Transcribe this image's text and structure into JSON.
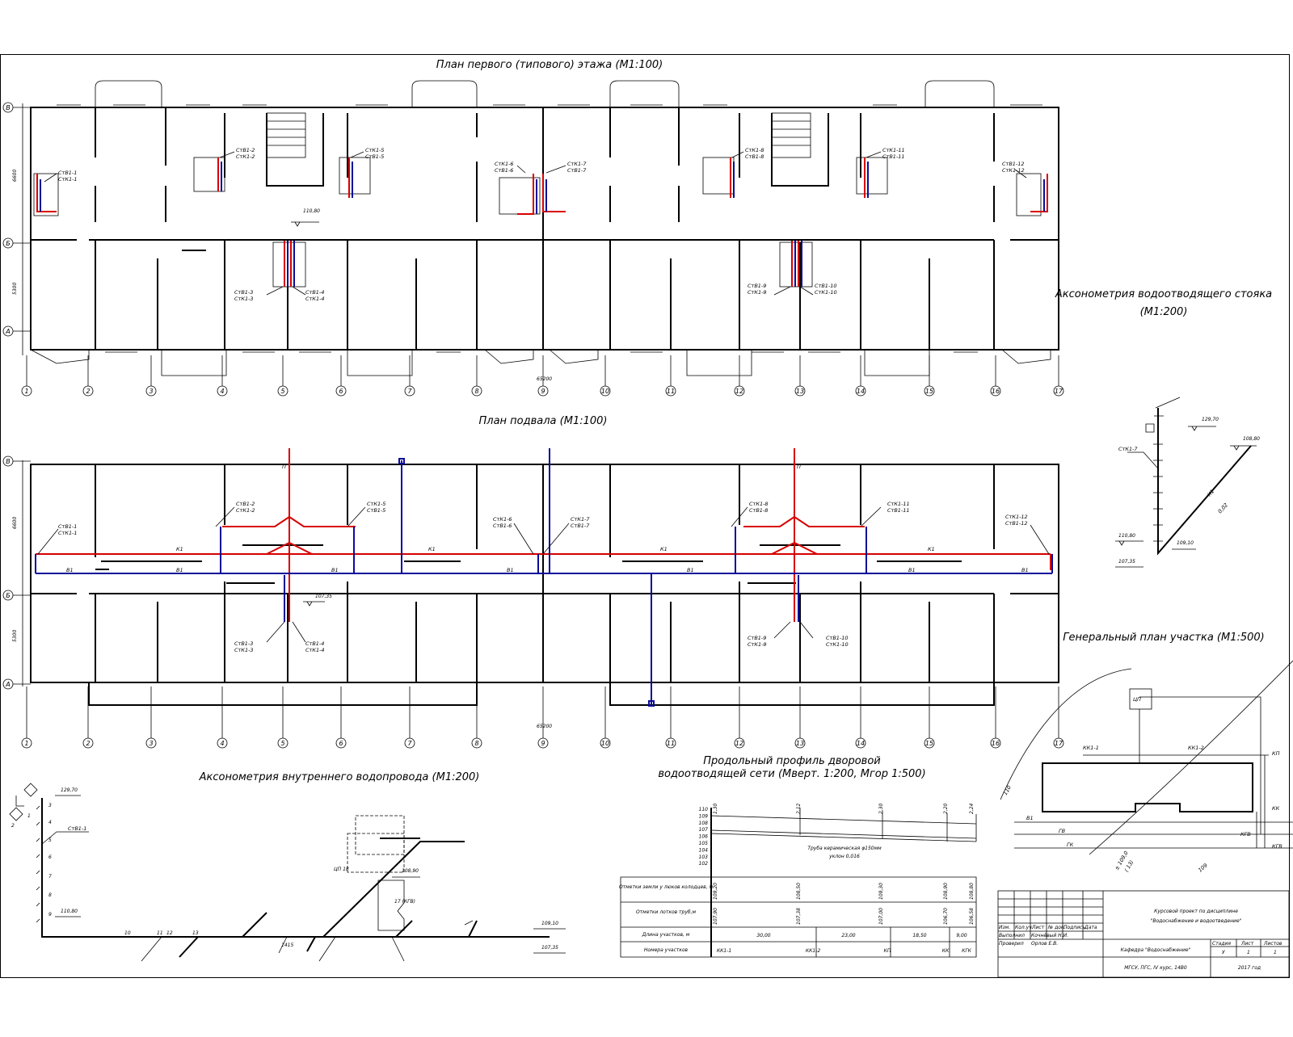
{
  "titles": {
    "floor_plan": "План первого (типового) этажа (М1:100)",
    "basement_plan": "План подвала (М1:100)",
    "axonometry_riser_1": "Аксонометрия водоотводящего стояка",
    "axonometry_riser_2": "(М1:200)",
    "site_plan": "Генеральный план участка (М1:500)",
    "axonometry_water": "Аксонометрия внутреннего водопровода (М1:200)",
    "profile_1": "Продольный профиль дворовой",
    "profile_2": "водоотводящей сети (Мверт. 1:200, Мгор 1:500)"
  },
  "axis_numbers": [
    "1",
    "2",
    "3",
    "4",
    "5",
    "6",
    "7",
    "8",
    "9",
    "10",
    "11",
    "12",
    "13",
    "14",
    "15",
    "16",
    "17"
  ],
  "row_letters": [
    "В",
    "Б",
    "А"
  ],
  "dims": {
    "overall": "65200",
    "top_bay": "6600",
    "bottom_bay": "5300"
  },
  "floor_labels": {
    "st1a": "СтВ1-1",
    "st1b": "СтК1-1",
    "st2a": "СтВ1-2",
    "st2b": "СтК1-2",
    "st5a": "СтК1-5",
    "st5b": "СтВ1-5",
    "st6a": "СтК1-6",
    "st6b": "СтВ1-6",
    "st7a": "СтК1-7",
    "st7b": "СтВ1-7",
    "st8a": "СтК1-8",
    "st8b": "СтВ1-8",
    "st11a": "СтК1-11",
    "st11b": "СтВ1-11",
    "st12a": "СтВ1-12",
    "st12b": "СтК1-12",
    "st3a": "СтВ1-3",
    "st3b": "СтК1-3",
    "st4a": "СтВ1-4",
    "st4b": "СтК1-4",
    "st9a": "СтВ1-9",
    "st9b": "СтК1-9",
    "st10a": "СтВ1-10",
    "st10b": "СтК1-10",
    "mark": "110,80"
  },
  "basement_labels": {
    "k1": "К1",
    "b1": "В1",
    "p": "П",
    "mark": "107,35"
  },
  "riser_axo": {
    "st": "СтК1-7",
    "m1": "129,70",
    "m2": "108,80",
    "m3": "110,80",
    "m4": "107,35",
    "m5": "109,10",
    "k1": "К1",
    "slope": "0,02"
  },
  "site": {
    "cp": "ЦП",
    "kk1": "КК1-1",
    "kk2": "КК1-2",
    "kp": "КП",
    "kk": "КК",
    "kgv": "КГВ",
    "v": "В1",
    "g": "ГК",
    "gv": "ГВ",
    "h110": "110",
    "h109": "109",
    "h1": "± 109,0",
    "h2": "( 13)"
  },
  "water_axo": {
    "st": "СтВ1-1",
    "m1": "129,70",
    "m2": "110,80",
    "m3": "109,10",
    "m4": "107,35",
    "m5": "108,90",
    "cp": "ЦП 18",
    "kgv": "17 (КГВ)",
    "n10": "10",
    "n11": "11",
    "n12": "12",
    "n13": "13",
    "n1415": "1415",
    "n1": "1",
    "n2": "2",
    "n3": "3",
    "n4": "4",
    "n5": "5",
    "n6": "6",
    "n7": "7",
    "n8": "8",
    "n9": "9"
  },
  "profile": {
    "scale": [
      "110",
      "109",
      "108",
      "107",
      "106",
      "105",
      "104",
      "103",
      "102"
    ],
    "pipe_1": "Труба керамическая φ150мм",
    "pipe_2": "уклон 0,016",
    "row_labels": [
      "Отметки земли у люков колодцев, м",
      "Отметки лотков труб,м",
      "Длина участков, м",
      "Номера участков"
    ],
    "ground": [
      "109,20",
      "108,50",
      "109,30",
      "108,90",
      "108,80"
    ],
    "tray": [
      "107,90",
      "107,38",
      "107,00",
      "106,70",
      "106,58"
    ],
    "tops": [
      "1,30",
      "2,12",
      "2,30",
      "2,20",
      "2,24"
    ],
    "lengths": [
      "30,00",
      "23,00",
      "18,50",
      "9,00"
    ],
    "wells": [
      "КК1-1",
      "КК1-2",
      "КП",
      "КК",
      "КГК"
    ]
  },
  "stamp": {
    "cols": [
      "Изм.",
      "Кол.уч.",
      "Лист",
      "№ док.",
      "Подпись",
      "Дата"
    ],
    "r1a": "Выполнил",
    "r1b": "Кочнёвый Н.И.",
    "r2a": "Проверил",
    "r2b": "Орлов Е.В.",
    "title_1": "Курсовой проект по дисциплине",
    "title_2": "\"Водоснабжение и водоотведение\"",
    "dept": "Кафедра \"Водоснабжение\"",
    "h_stage": "Стадия",
    "h_sheet": "Лист",
    "h_sheets": "Листов",
    "stage": "У",
    "sheet": "1",
    "sheets": "1",
    "org": "МГСУ, ПГС, IV курс, 14В0",
    "year": "2017 год"
  }
}
